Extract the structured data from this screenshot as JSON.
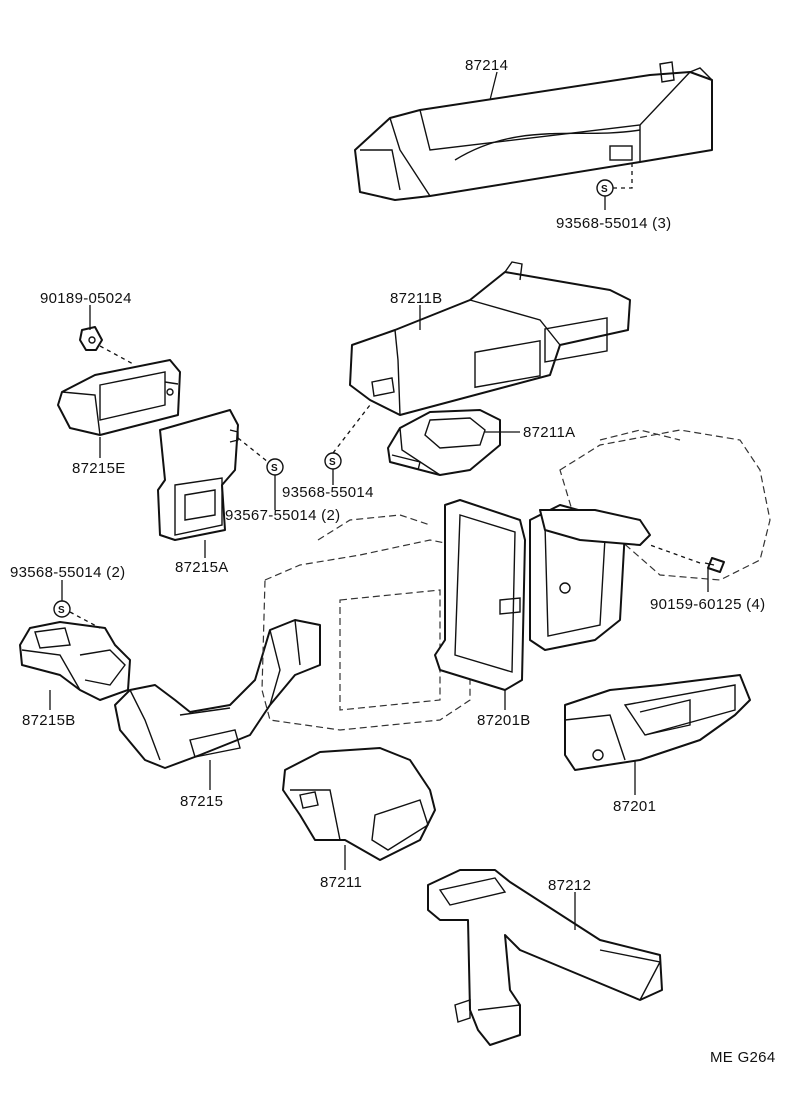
{
  "labels": {
    "p87214": "87214",
    "p93568_3": "93568-55014 (3)",
    "p90189": "90189-05024",
    "p87211B": "87211B",
    "p87211A": "87211A",
    "p87215E": "87215E",
    "p93568_single": "93568-55014",
    "p93567_2": "93567-55014 (2)",
    "p87215A": "87215A",
    "p93568_2": "93568-55014 (2)",
    "p90159_4": "90159-60125 (4)",
    "p87215B": "87215B",
    "p87201B": "87201B",
    "p87215": "87215",
    "p87201": "87201",
    "p87211": "87211",
    "p87212": "87212",
    "drawing_code": "ME G264"
  },
  "screw_symbol": "S"
}
